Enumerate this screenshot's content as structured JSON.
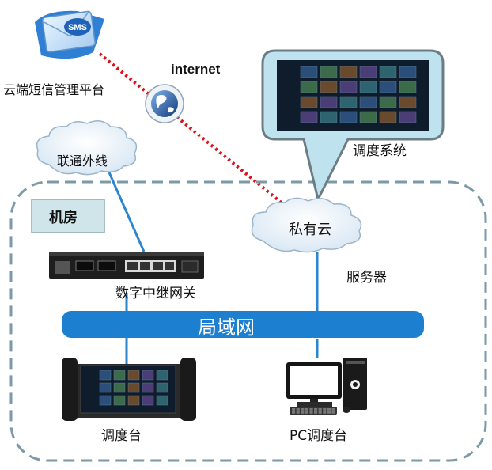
{
  "sms_platform": {
    "badge": "SMS",
    "label": "云端短信管理平台"
  },
  "internet_label": "internet",
  "dispatch_system_label": "调度系统",
  "pstn_cloud_label": "联通外线",
  "machine_room_label": "机房",
  "private_cloud_label": "私有云",
  "server_label": "服务器",
  "gateway_label": "数字中继网关",
  "lan_label": "局域网",
  "console_label": "调度台",
  "pc_console_label": "PC调度台",
  "colors": {
    "lan_bar": "#1c7fd0",
    "link_line": "#2a86cf",
    "internet_link": "#e0101a",
    "machine_room_border": "#7b9aa6",
    "callout_fill": "#bfe3ee",
    "tag_fill": "#cfe5ea",
    "screen_bg": "#0e1c2c"
  }
}
